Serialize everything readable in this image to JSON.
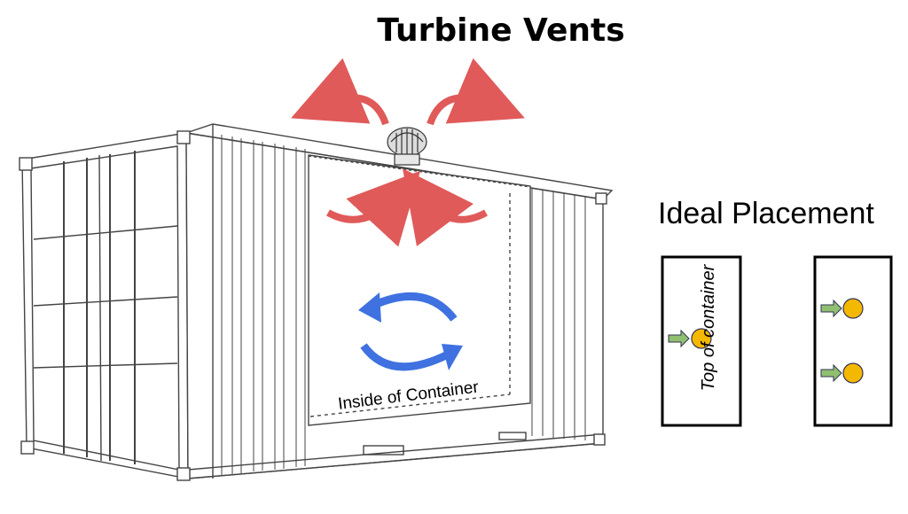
{
  "title": "Turbine Vents",
  "ideal_placement_title": "Ideal Placement",
  "top_of_container_label": "Top of container",
  "inside_label": "Inside of Container",
  "colors": {
    "airflow_out": "#e05a5a",
    "airflow_in": "#e05a5a",
    "circulation": "#3f72e0",
    "vent_marker": "#f5b800",
    "vent_arrow": "#8fbf6f"
  },
  "placement_diagrams": [
    {
      "name": "single-vent",
      "vents": 1
    },
    {
      "name": "double-vent",
      "vents": 2
    }
  ]
}
